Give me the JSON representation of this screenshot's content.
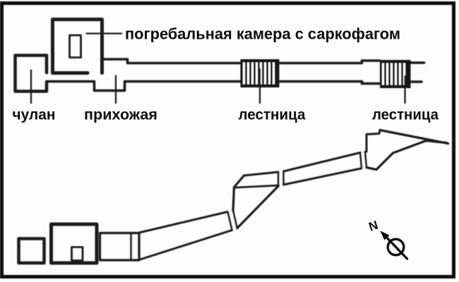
{
  "diagram": {
    "plan_labels": {
      "burial_chamber": "погребальная камера с саркофагом",
      "closet": "чулан",
      "anteroom": "прихожая",
      "staircase_left": "лестница",
      "staircase_right": "лестница"
    },
    "compass": {
      "north": "N"
    },
    "colors": {
      "ink": "#1b1b1b",
      "frame": "#0d0d0d",
      "paper": "#ffffff"
    }
  }
}
